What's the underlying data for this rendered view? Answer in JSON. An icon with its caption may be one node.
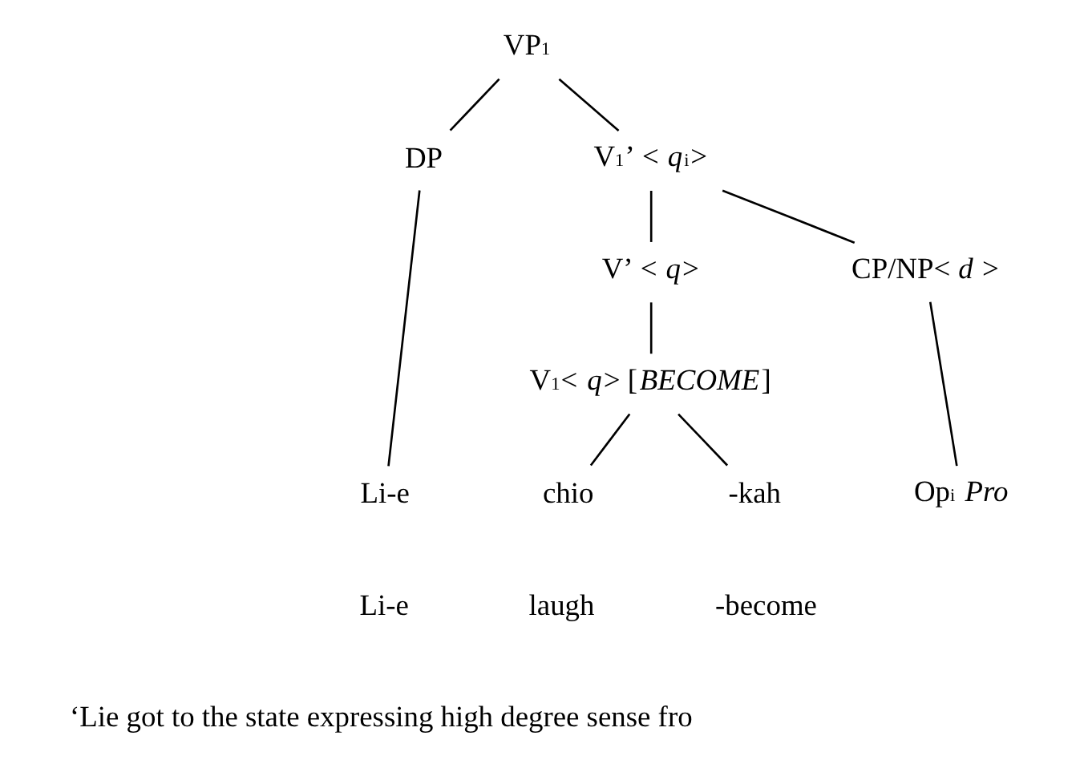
{
  "diagram": {
    "nodes": [
      {
        "text": [
          "VP$_{1}$"
        ]
      },
      {
        "text": [
          "DP"
        ]
      },
      {
        "text": [
          "V$_{1}$’ < *q*$_{i}$>"
        ]
      },
      {
        "text": [
          "V’ < *q*>"
        ]
      },
      {
        "text": [
          "CP/NP< *d* >"
        ]
      },
      {
        "text": [
          "V$_{1}$< *q*> [*BECOME*]"
        ]
      },
      {
        "text": [
          "Li-e"
        ]
      },
      {
        "text": [
          "chio"
        ]
      },
      {
        "text": [
          "-kah"
        ]
      },
      {
        "text": [
          "Op$_{i}$ *Pro*"
        ]
      }
    ],
    "edges": [
      {
        "from": 0,
        "to": 1,
        "arrow": "none"
      },
      {
        "from": 0,
        "to": 2,
        "arrow": "none"
      },
      {
        "from": 2,
        "to": 3,
        "arrow": "none"
      },
      {
        "from": 2,
        "to": 4,
        "arrow": "none"
      },
      {
        "from": 3,
        "to": 5,
        "arrow": "none"
      },
      {
        "from": 1,
        "to": 6,
        "arrow": "none"
      },
      {
        "from": 5,
        "to": 7,
        "arrow": "none"
      },
      {
        "from": 5,
        "to": 8,
        "arrow": "none"
      },
      {
        "from": 4,
        "to": 9,
        "arrow": "none"
      }
    ],
    "labels": [
      "Li-e",
      "laugh",
      "-become",
      "‘Lie got to the state expressing high degree sense fro"
    ]
  }
}
